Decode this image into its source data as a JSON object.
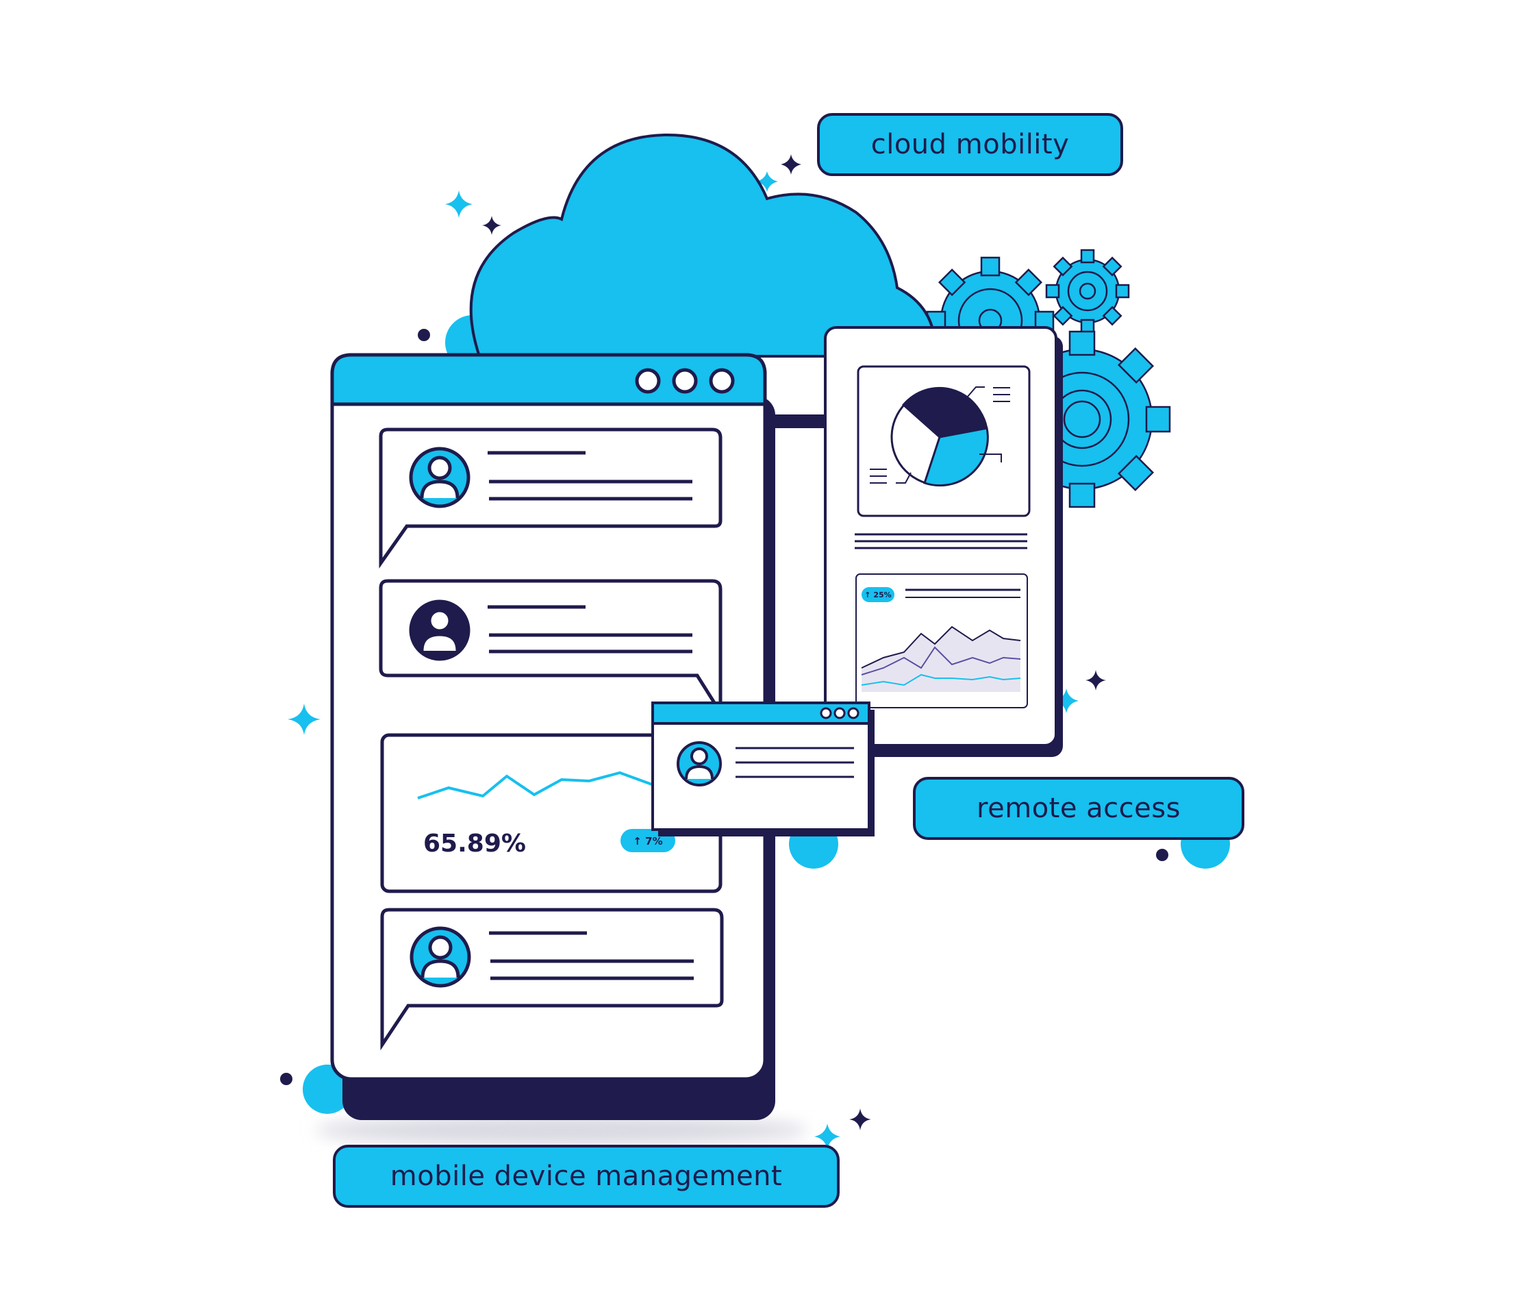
{
  "labels": {
    "cloud": "cloud mobility",
    "remote": "remote access",
    "mdm": "mobile device management"
  },
  "stat_card": {
    "value": "65.89%",
    "badge": "↑ 7%"
  },
  "tablet": {
    "trend_badge": "↑ 25%"
  },
  "colors": {
    "accent": "#17c0ee",
    "navy": "#1f1b4c",
    "lavender": "#e7e4f1",
    "white": "#ffffff"
  },
  "icons": [
    "cloud-icon",
    "gear-icon",
    "user-avatar-icon",
    "pie-chart-icon",
    "line-chart-icon",
    "sparkle-icon",
    "window-dots-icon"
  ]
}
